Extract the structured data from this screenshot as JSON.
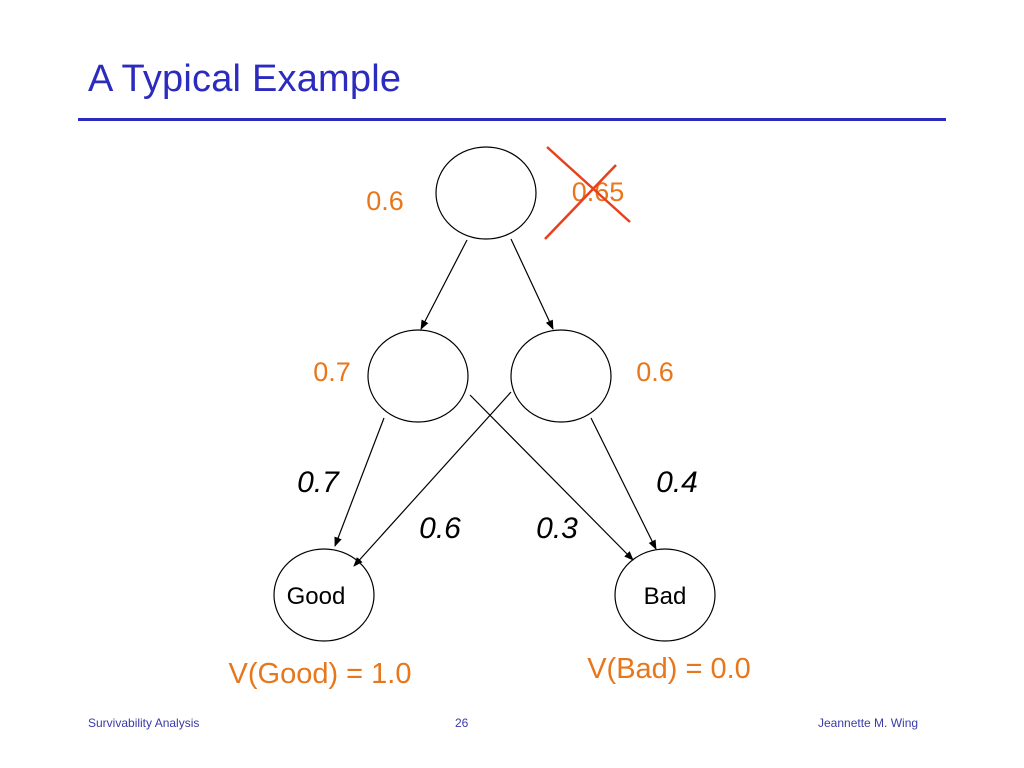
{
  "slide": {
    "title": "A Typical Example"
  },
  "diagram": {
    "node_values": {
      "root": "0.6",
      "root_old": "0.65",
      "mid_left": "0.7",
      "mid_right": "0.6"
    },
    "terminal_nodes": {
      "good": "Good",
      "bad": "Bad"
    },
    "edge_probabilities": {
      "left_to_good": "0.7",
      "right_to_good": "0.6",
      "left_to_bad": "0.3",
      "right_to_bad": "0.4"
    },
    "terminal_values": {
      "good": "V(Good) = 1.0",
      "bad": "V(Bad) = 0.0"
    },
    "colors": {
      "value_text": "#e8761b",
      "strike": "#e8401b",
      "title": "#2b2bbf",
      "stroke": "#000000"
    }
  },
  "footer": {
    "left": "Survivability Analysis",
    "center": "26",
    "right": "Jeannette M. Wing"
  }
}
